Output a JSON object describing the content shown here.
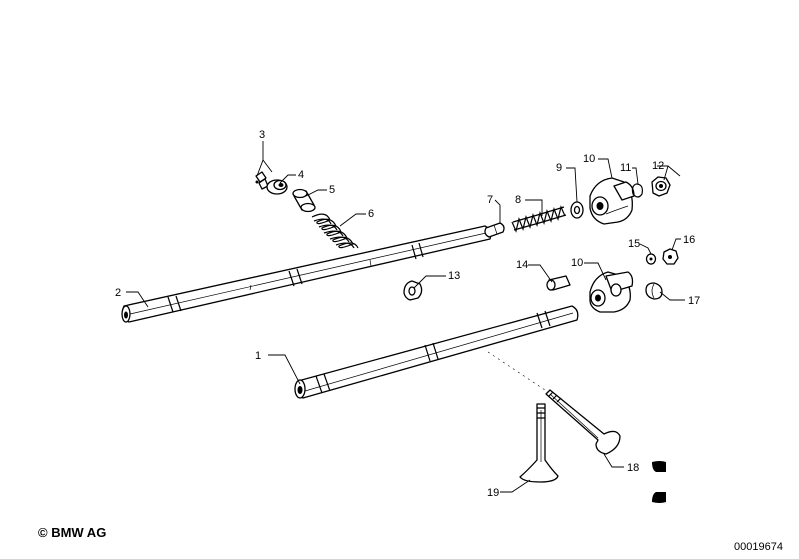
{
  "copyright": "© BMW AG",
  "diagram_number": "00019674",
  "part_labels": [
    "1",
    "2",
    "3",
    "4",
    "5",
    "6",
    "7",
    "8",
    "9",
    "10",
    "10",
    "11",
    "12",
    "13",
    "14",
    "15",
    "16",
    "17",
    "18",
    "19"
  ]
}
